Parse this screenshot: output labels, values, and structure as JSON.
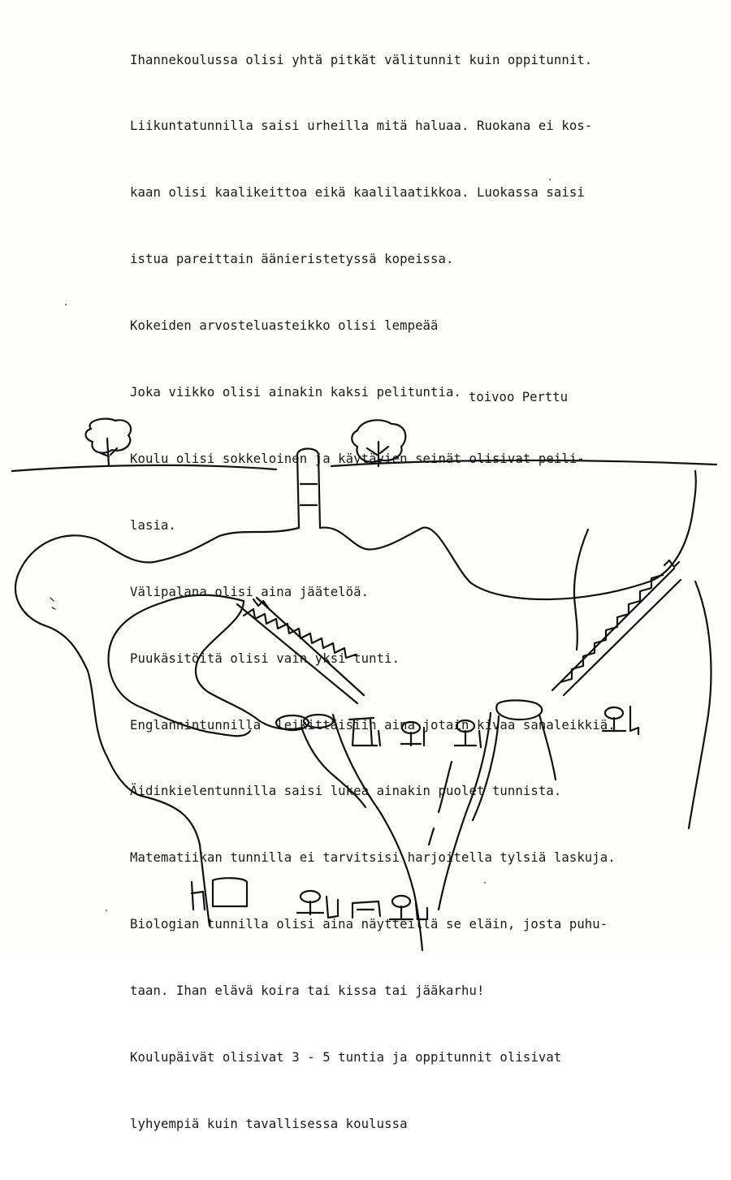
{
  "document": {
    "lines": [
      "Ihannekoulussa olisi yhtä pitkät välitunnit kuin oppitunnit.",
      "Liikuntatunnilla saisi urheilla mitä haluaa. Ruokana ei kos-",
      "kaan olisi kaalikeittoa eikä kaalilaatikkoa. Luokassa saisi",
      "istua pareittain äänieristetyssä kopeissa.",
      "Kokeiden arvosteluasteikko olisi lempeää",
      "Joka viikko olisi ainakin kaksi pelituntia.",
      "Koulu olisi sokkeloinen ja käytävien seinät olisivat peili-",
      "lasia.",
      "Välipalana olisi aina jäätelöä.",
      "Puukäsitöitä olisi vain yksi tunti.",
      "Englannintunnilla  leikittäisiin aina jotain kivaa sanaleikkiä.",
      "Äidinkielentunnilla saisi lukea ainakin puolet tunnista.",
      "Matematiikan tunnilla ei tarvitsisi harjoitella tylsiä laskuja.",
      "Biologian tunnilla olisi aina näytteillä se eläin, josta puhu-",
      "taan. Ihan elävä koira tai kissa tai jääkarhu!",
      "Koulupäivät olisivat 3 - 5 tuntia ja oppitunnit olisivat",
      "lyhyempiä kuin tavallisessa koulussa"
    ],
    "signature": "toivoo Perttu"
  },
  "drawing": {
    "description_icons": [
      "tree-icon",
      "tree-icon",
      "chimney-icon",
      "escalator-icon",
      "escalator-icon",
      "table-icon",
      "chair-icon"
    ]
  }
}
